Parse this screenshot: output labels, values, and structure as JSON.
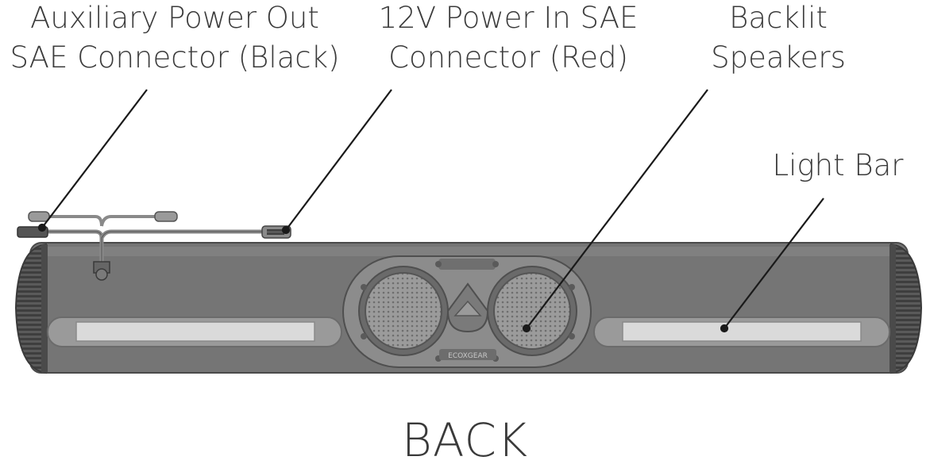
{
  "callouts": {
    "aux_power": [
      "Auxiliary Power Out",
      "SAE Connector (Black)"
    ],
    "power_in": [
      "12V Power In SAE",
      "Connector (Red)"
    ],
    "speakers": [
      "Backlit",
      "Speakers"
    ],
    "light_bar": [
      "Light Bar"
    ]
  },
  "caption": "BACK",
  "brand_mark": "ECOXGEAR",
  "colors": {
    "body": "#757575",
    "body_dark": "#4a4a4a",
    "panel": "#8a8a8a",
    "grille": "#9a9a9a",
    "light_tube": "#d8d8d8",
    "leader": "#1a1a1a"
  }
}
